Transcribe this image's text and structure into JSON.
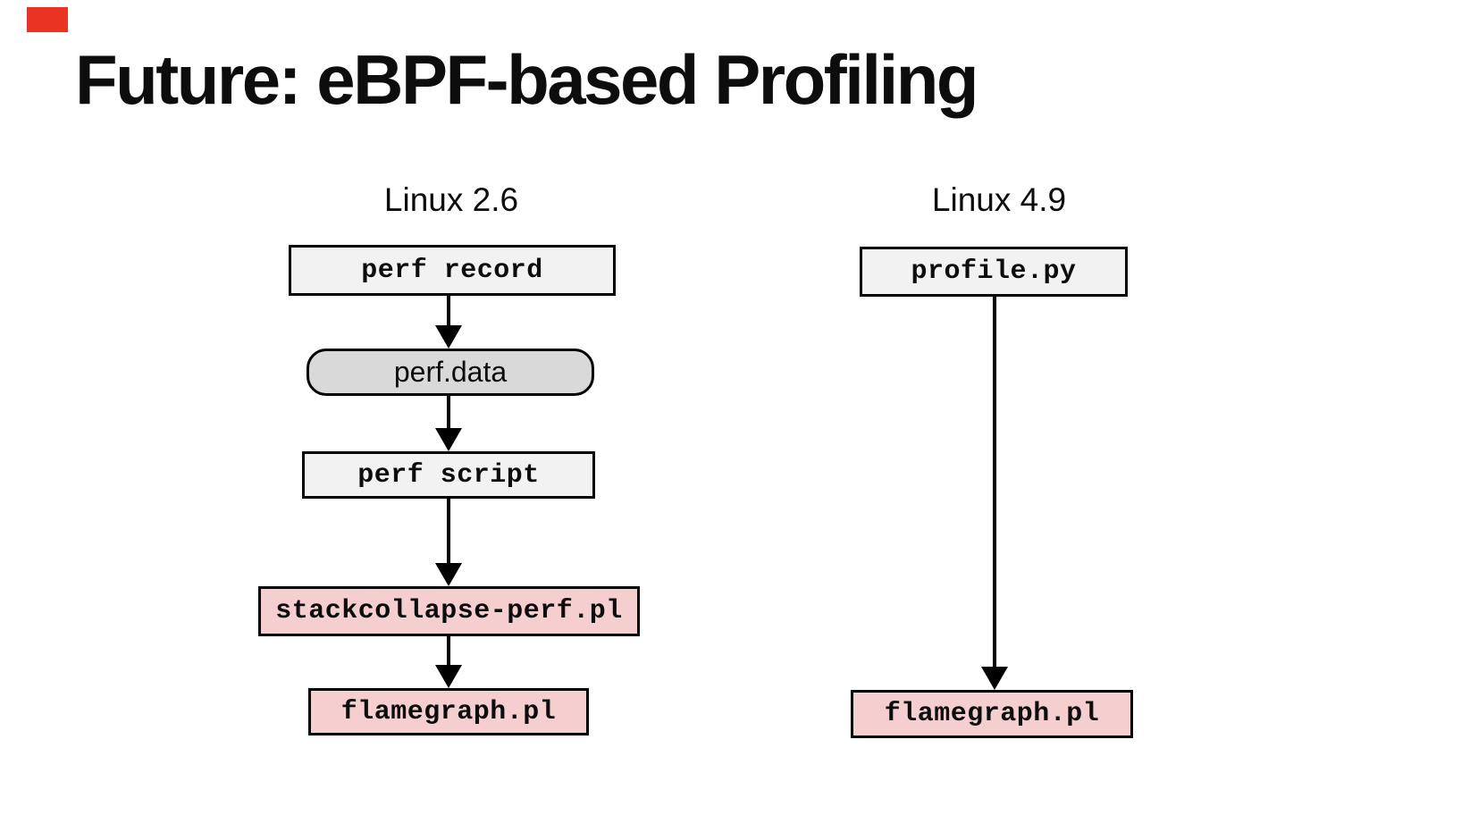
{
  "slide": {
    "title": "Future: eBPF-based Profiling",
    "background_color": "#ffffff",
    "marker_color": "#e93323",
    "text_color": "#0d0d0d"
  },
  "diagram": {
    "border_color": "#000000",
    "command_fill": "#f2f2f2",
    "file_fill": "#d9d9d9",
    "script_fill": "#f5cfcf",
    "columns": [
      {
        "label": "Linux 2.6",
        "nodes": [
          {
            "text": "perf record",
            "type": "command"
          },
          {
            "text": "perf.data",
            "type": "file"
          },
          {
            "text": "perf script",
            "type": "command"
          },
          {
            "text": "stackcollapse-perf.pl",
            "type": "script"
          },
          {
            "text": "flamegraph.pl",
            "type": "script"
          }
        ],
        "edges": [
          "perf record -> perf.data",
          "perf.data -> perf script",
          "perf script -> stackcollapse-perf.pl",
          "stackcollapse-perf.pl -> flamegraph.pl"
        ]
      },
      {
        "label": "Linux 4.9",
        "nodes": [
          {
            "text": "profile.py",
            "type": "command"
          },
          {
            "text": "flamegraph.pl",
            "type": "script"
          }
        ],
        "edges": [
          "profile.py -> flamegraph.pl"
        ]
      }
    ]
  }
}
